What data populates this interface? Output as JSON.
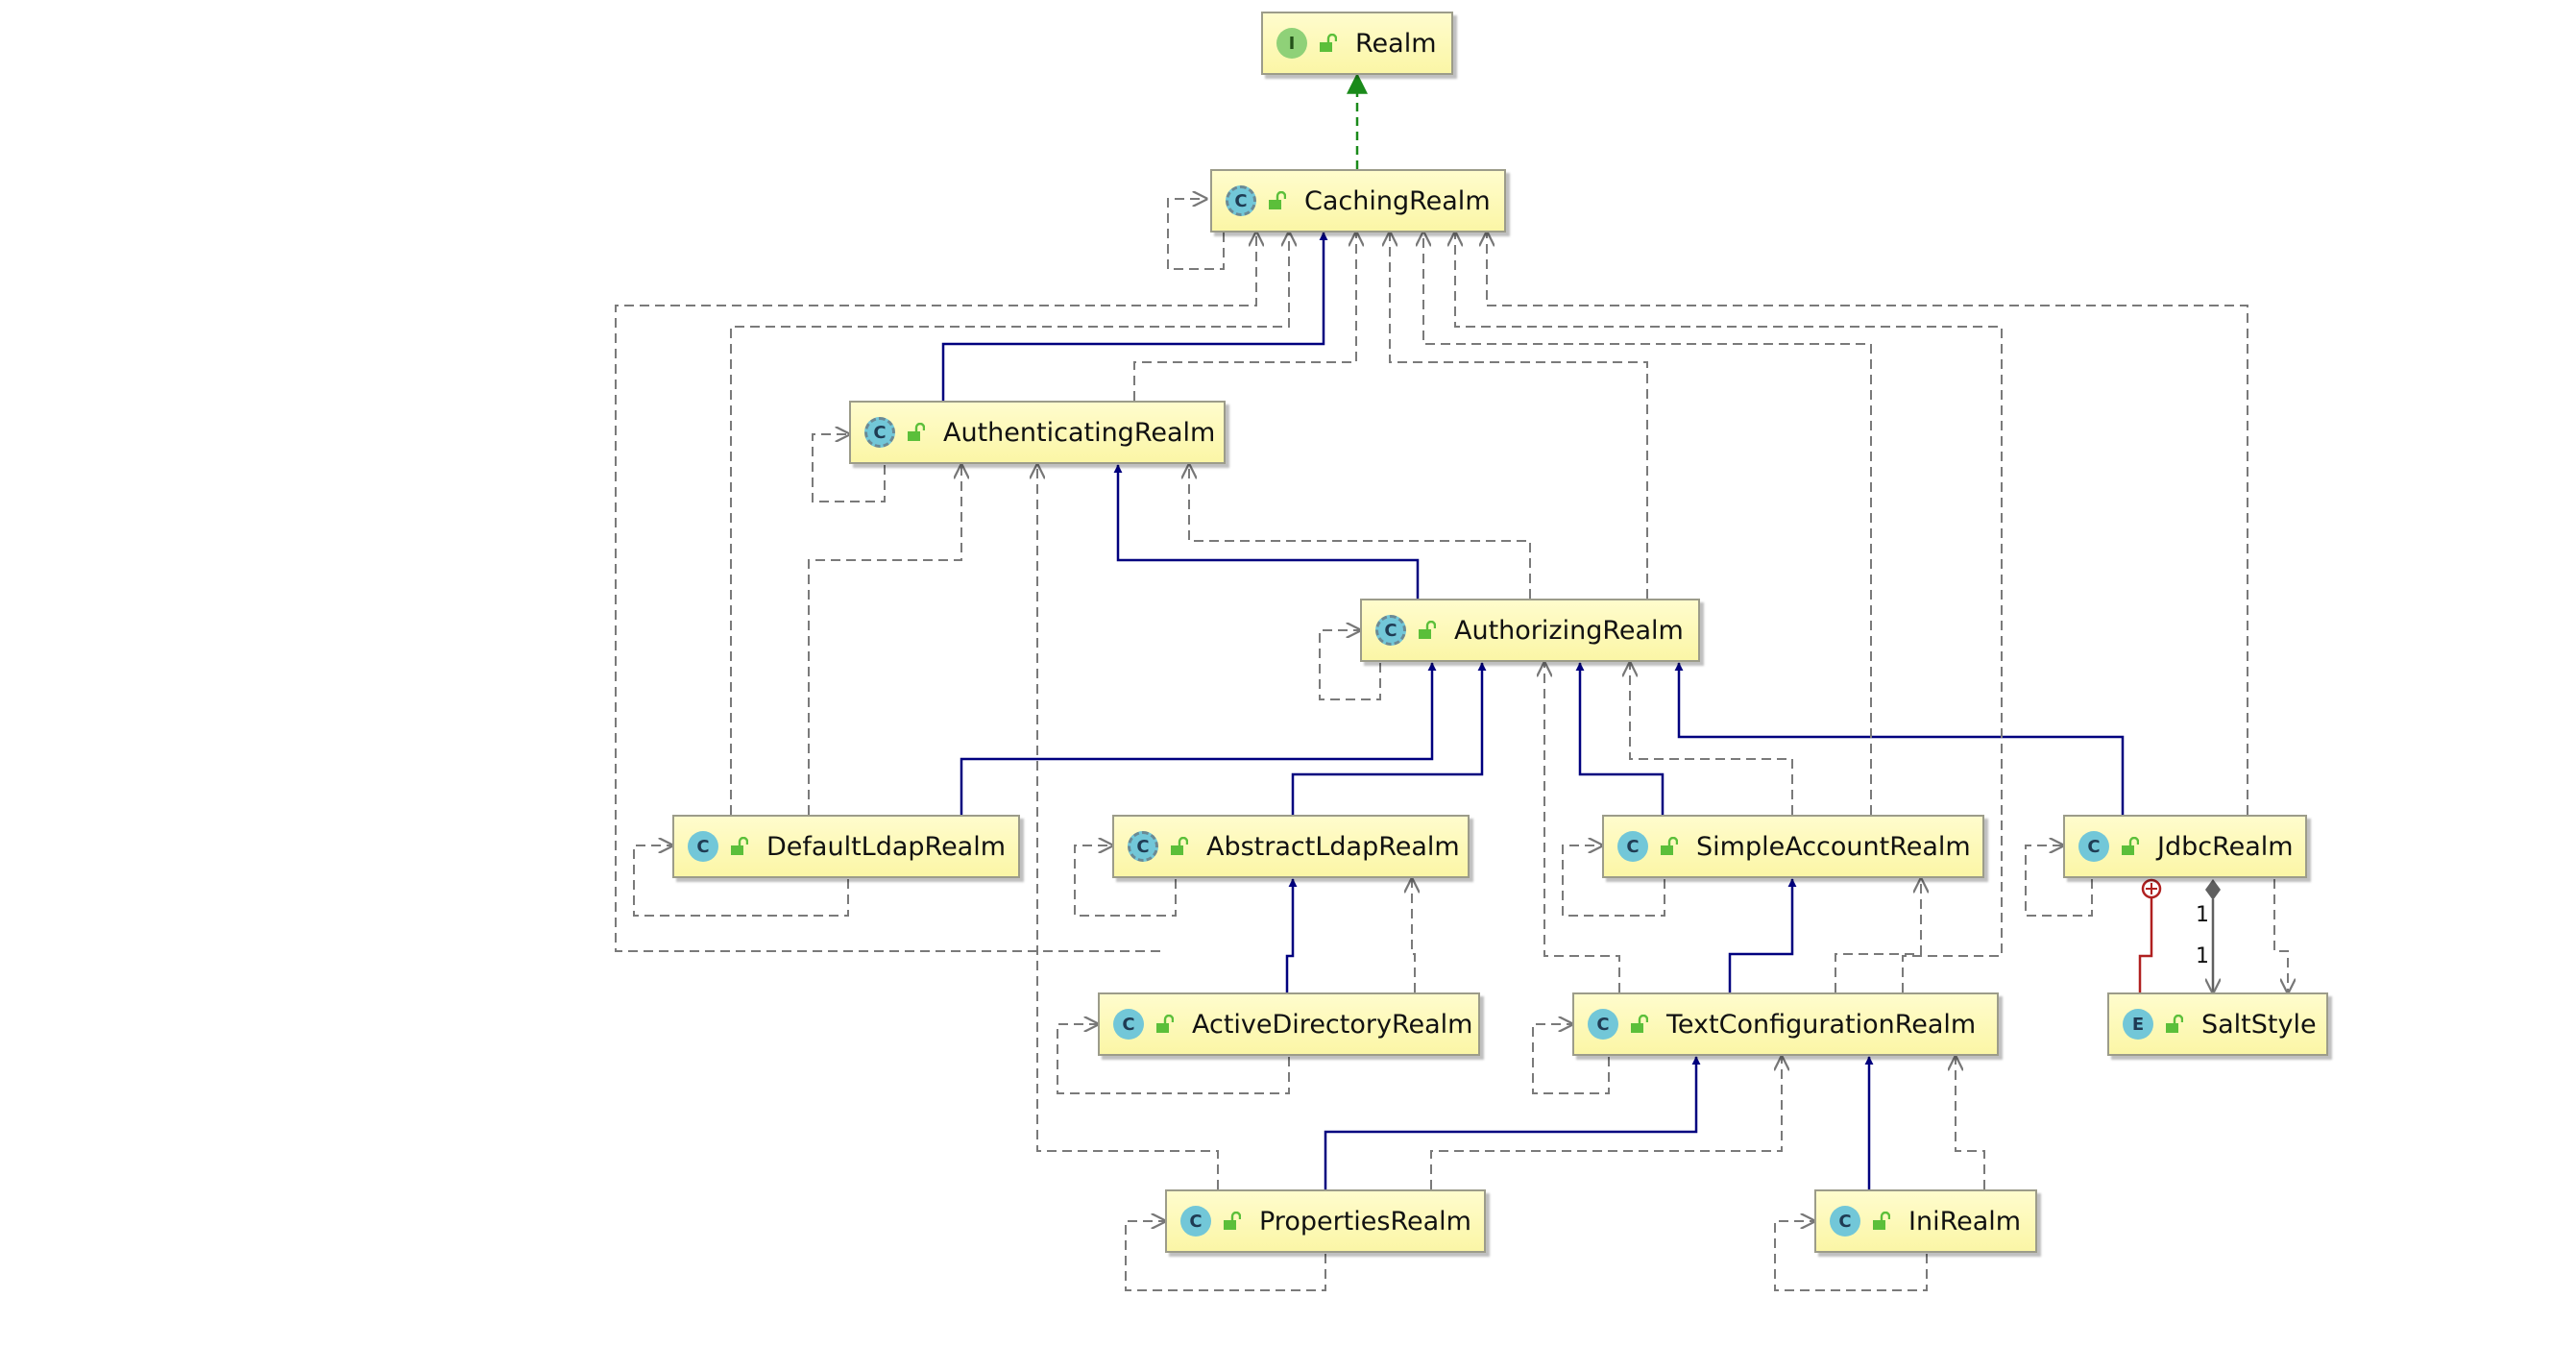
{
  "nodes": [
    {
      "id": "realm",
      "name": "Realm",
      "kind": "interface",
      "badge": "I"
    },
    {
      "id": "caching",
      "name": "CachingRealm",
      "kind": "abstract",
      "badge": "C"
    },
    {
      "id": "authenticating",
      "name": "AuthenticatingRealm",
      "kind": "abstract",
      "badge": "C"
    },
    {
      "id": "authorizing",
      "name": "AuthorizingRealm",
      "kind": "abstract",
      "badge": "C"
    },
    {
      "id": "defaultldap",
      "name": "DefaultLdapRealm",
      "kind": "class",
      "badge": "C"
    },
    {
      "id": "abstractldap",
      "name": "AbstractLdapRealm",
      "kind": "abstract",
      "badge": "C"
    },
    {
      "id": "simpleaccount",
      "name": "SimpleAccountRealm",
      "kind": "class",
      "badge": "C"
    },
    {
      "id": "jdbc",
      "name": "JdbcRealm",
      "kind": "class",
      "badge": "C"
    },
    {
      "id": "activedirectory",
      "name": "ActiveDirectoryRealm",
      "kind": "class",
      "badge": "C"
    },
    {
      "id": "textconfig",
      "name": "TextConfigurationRealm",
      "kind": "class",
      "badge": "C"
    },
    {
      "id": "saltstyle",
      "name": "SaltStyle",
      "kind": "enum",
      "badge": "E"
    },
    {
      "id": "properties",
      "name": "PropertiesRealm",
      "kind": "class",
      "badge": "C"
    },
    {
      "id": "ini",
      "name": "IniRealm",
      "kind": "class",
      "badge": "C"
    }
  ],
  "relations": {
    "implements": [
      [
        "caching",
        "realm"
      ]
    ],
    "extends": [
      [
        "authenticating",
        "caching"
      ],
      [
        "authorizing",
        "authenticating"
      ],
      [
        "defaultldap",
        "authorizing"
      ],
      [
        "abstractldap",
        "authorizing"
      ],
      [
        "simpleaccount",
        "authorizing"
      ],
      [
        "jdbc",
        "authorizing"
      ],
      [
        "activedirectory",
        "abstractldap"
      ],
      [
        "textconfig",
        "simpleaccount"
      ],
      [
        "properties",
        "textconfig"
      ],
      [
        "ini",
        "textconfig"
      ]
    ],
    "nested": [
      [
        "saltstyle",
        "jdbc"
      ]
    ],
    "composition": [
      [
        "jdbc",
        "saltstyle"
      ]
    ],
    "dependency_note": "dashed open-arrow usage links between classes"
  },
  "multiplicities": [
    "1",
    "1"
  ],
  "colors": {
    "node_fill": "#fefbc0",
    "extends_line": "#00007f",
    "implements_line": "#1a8a1a",
    "dependency_line": "#7a7a7a",
    "nested_line": "#b02020",
    "composition_line": "#606060"
  }
}
